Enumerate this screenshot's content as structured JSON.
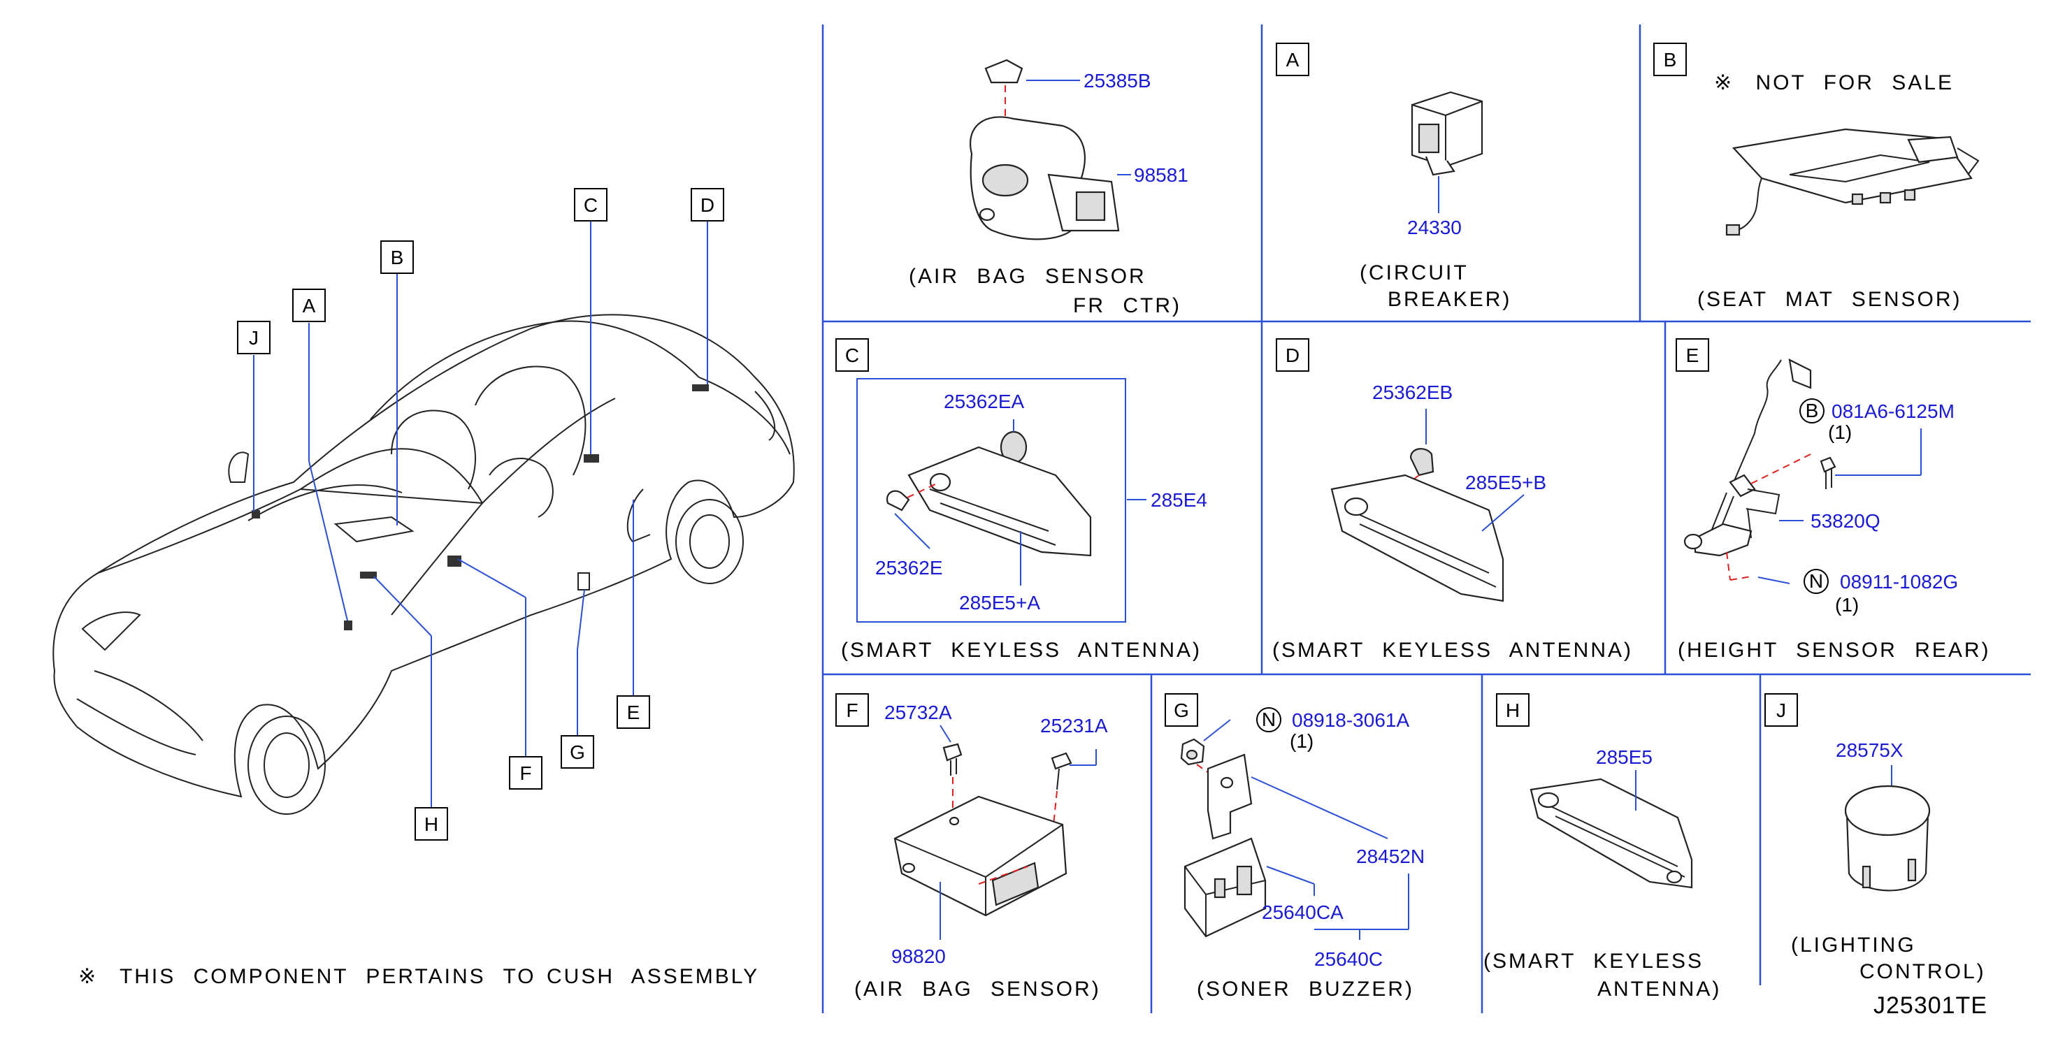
{
  "car_view": {
    "callouts": [
      "A",
      "B",
      "C",
      "D",
      "E",
      "F",
      "G",
      "H",
      "J"
    ],
    "footnote": "THIS COMPONENT PERTAINS TO",
    "footnote_suffix": "CUSH ASSEMBLY",
    "footnote_symbol": "※"
  },
  "panels": {
    "fr": {
      "caption_1": "(AIR BAG SENSOR",
      "caption_2": "FR CTR)",
      "parts": [
        "25385B",
        "98581"
      ]
    },
    "a": {
      "letter": "A",
      "caption_1": "(CIRCUIT",
      "caption_2": "BREAKER)",
      "parts": [
        "24330"
      ]
    },
    "b": {
      "letter": "B",
      "note": "NOT FOR SALE",
      "note_symbol": "※",
      "caption": "(SEAT MAT SENSOR)"
    },
    "c": {
      "letter": "C",
      "caption": "(SMART KEYLESS ANTENNA)",
      "parts": [
        "25362EA",
        "285E4",
        "25362E",
        "285E5+A"
      ]
    },
    "d": {
      "letter": "D",
      "caption": "(SMART KEYLESS ANTENNA)",
      "parts": [
        "25362EB",
        "285E5+B"
      ]
    },
    "e": {
      "letter": "E",
      "caption": "(HEIGHT SENSOR REAR)",
      "bolt_marker": "B",
      "bolt_part": "081A6-6125M",
      "bolt_qty": "(1)",
      "sensor_part": "53820Q",
      "nut_marker": "N",
      "nut_part": "08911-1082G",
      "nut_qty": "(1)"
    },
    "f": {
      "letter": "F",
      "caption": "(AIR BAG SENSOR)",
      "parts": [
        "25732A",
        "25231A",
        "98820"
      ]
    },
    "g": {
      "letter": "G",
      "caption": "(SONER BUZZER)",
      "nut_marker": "N",
      "nut_part": "08918-3061A",
      "nut_qty": "(1)",
      "parts": [
        "28452N",
        "25640CA",
        "25640C"
      ]
    },
    "h": {
      "letter": "H",
      "caption_1": "(SMART KEYLESS",
      "caption_2": "ANTENNA)",
      "parts": [
        "285E5"
      ]
    },
    "j": {
      "letter": "J",
      "caption_1": "(LIGHTING",
      "caption_2": "CONTROL)",
      "parts": [
        "28575X"
      ]
    }
  },
  "diagram_id": "J25301TE"
}
